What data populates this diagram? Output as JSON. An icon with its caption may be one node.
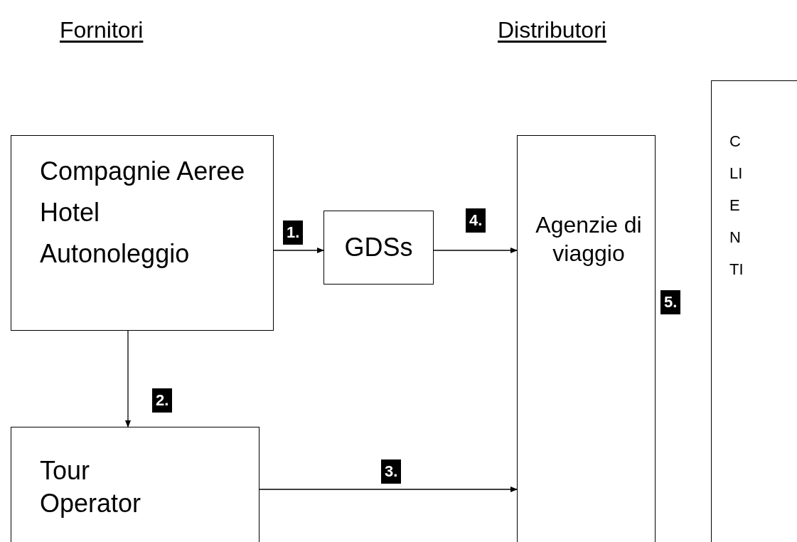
{
  "diagram": {
    "nodes": [
      {
        "text": [
          "Compagnie Aeree",
          "Hotel",
          "Autonoleggio"
        ]
      },
      {
        "text": [
          "GDSs"
        ]
      },
      {
        "text": [
          "Tour Operator"
        ]
      },
      {
        "text": [
          "Agenzie di viaggio"
        ]
      },
      {
        "text": [
          "CLIENTI"
        ]
      }
    ],
    "edges": [
      {
        "from": 0,
        "to": 1,
        "arrow": "to"
      },
      {
        "from": 1,
        "to": 3,
        "arrow": "to"
      },
      {
        "from": 0,
        "to": 2,
        "arrow": "to"
      },
      {
        "from": 2,
        "to": 3,
        "arrow": "to"
      }
    ],
    "labels": [
      "Fornitori",
      "Distributori",
      "1.",
      "4.",
      "5.",
      "2.",
      "3."
    ]
  }
}
